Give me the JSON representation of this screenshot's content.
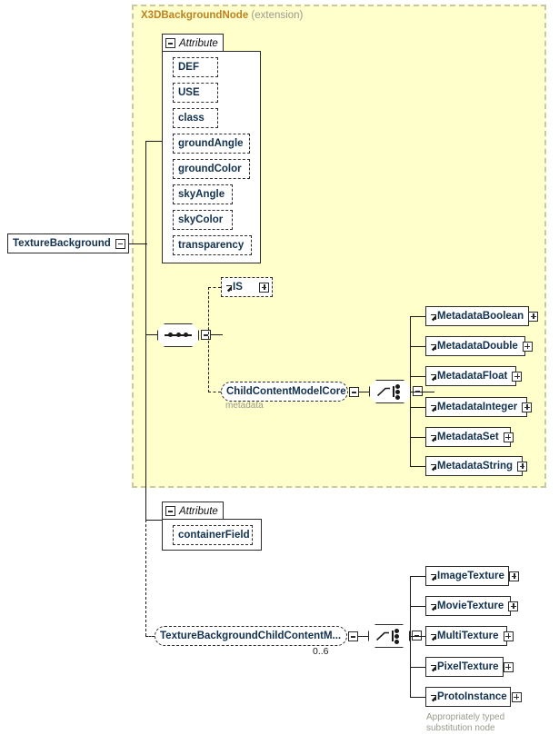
{
  "diagram": {
    "title": "TextureBackground",
    "type": "xml-schema-element-diagram",
    "root_element": {
      "name": "TextureBackground",
      "expander": "minus"
    },
    "extension": {
      "base_name": "X3DBackgroundNode",
      "qualifier": "(extension)",
      "fill_color": "#FFFFCC",
      "border_color": "#C9C9A6"
    },
    "attribute_groups": [
      {
        "id": "inherited-attributes",
        "tab_label": "Attribute",
        "expander": "minus",
        "attributes": [
          {
            "name": "DEF"
          },
          {
            "name": "USE"
          },
          {
            "name": "class"
          },
          {
            "name": "groundAngle"
          },
          {
            "name": "groundColor"
          },
          {
            "name": "skyAngle"
          },
          {
            "name": "skyColor"
          },
          {
            "name": "transparency"
          }
        ]
      },
      {
        "id": "local-attributes",
        "tab_label": "Attribute",
        "expander": "minus",
        "attributes": [
          {
            "name": "containerField"
          }
        ]
      }
    ],
    "compositors": [
      {
        "id": "root-sequence",
        "kind": "sequence",
        "expander": "minus"
      },
      {
        "id": "metadata-choice",
        "kind": "choice",
        "expander": "minus"
      },
      {
        "id": "childcontent-choice",
        "kind": "choice",
        "expander": "minus"
      }
    ],
    "content_nodes": {
      "is_element": {
        "name": "IS",
        "expander": "plus",
        "style": "dashed"
      },
      "child_content_model_core": {
        "name": "ChildContentModelCore",
        "expander": "minus",
        "style": "dashed-rounded",
        "caption": "metadata"
      },
      "texture_background_child_content": {
        "name": "TextureBackgroundChildContentM...",
        "expander": "minus",
        "style": "dashed-rounded",
        "cardinality": "0..6"
      }
    },
    "metadata_children": [
      {
        "name": "MetadataBoolean",
        "expander": "plus"
      },
      {
        "name": "MetadataDouble",
        "expander": "plus"
      },
      {
        "name": "MetadataFloat",
        "expander": "plus"
      },
      {
        "name": "MetadataInteger",
        "expander": "plus"
      },
      {
        "name": "MetadataSet",
        "expander": "plus"
      },
      {
        "name": "MetadataString",
        "expander": "plus"
      }
    ],
    "texture_children": [
      {
        "name": "ImageTexture",
        "expander": "plus"
      },
      {
        "name": "MovieTexture",
        "expander": "plus"
      },
      {
        "name": "MultiTexture",
        "expander": "plus"
      },
      {
        "name": "PixelTexture",
        "expander": "plus"
      },
      {
        "name": "ProtoInstance",
        "expander": "plus"
      }
    ],
    "notes": [
      {
        "id": "proto-note-line1",
        "text": "Appropriately typed"
      },
      {
        "id": "proto-note-line2",
        "text": "substitution node"
      }
    ]
  }
}
